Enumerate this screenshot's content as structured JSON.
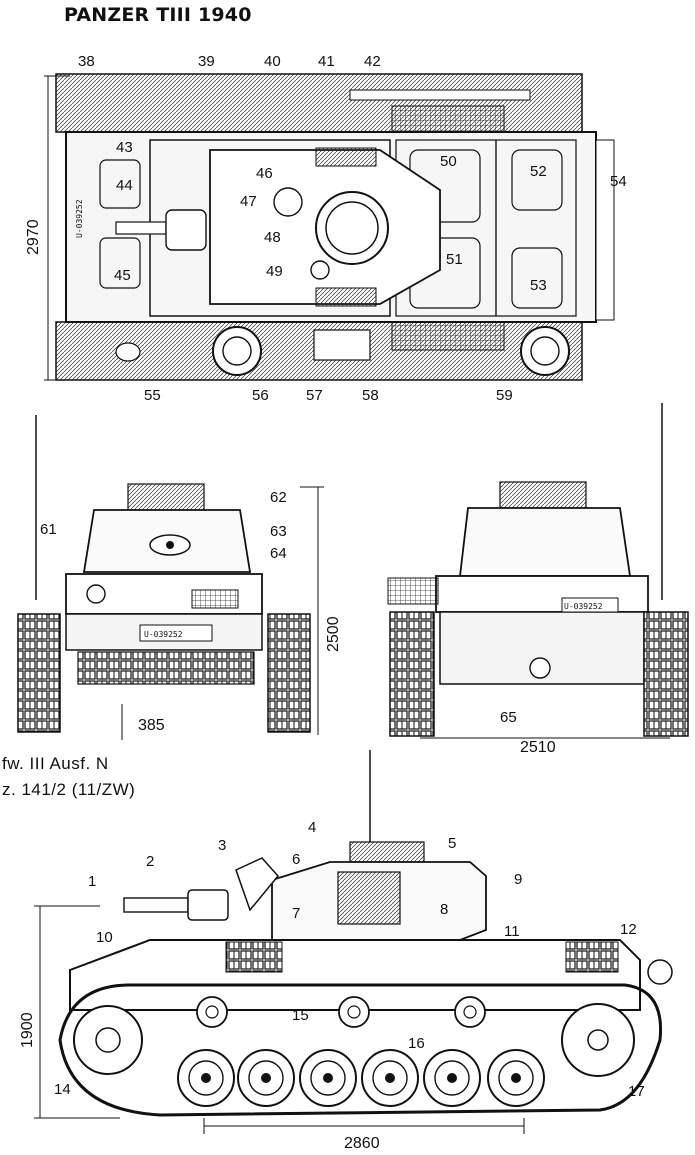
{
  "title": "PANZER TIII 1940",
  "caption": {
    "line1": "fw. III  Ausf. N",
    "line2": "z. 141/2  (11/ZW)"
  },
  "plate": "U-039252",
  "dimensions": {
    "hull_width_top": "2970",
    "height_front": "2500",
    "ground_offset": "385",
    "track_width_rear": "2510",
    "height_side": "1900",
    "wheelbase": "2860"
  },
  "top_view": {
    "labels": [
      "38",
      "39",
      "40",
      "41",
      "42",
      "43",
      "44",
      "45",
      "46",
      "47",
      "48",
      "49",
      "50",
      "51",
      "52",
      "53",
      "54",
      "55",
      "56",
      "57",
      "58",
      "59"
    ]
  },
  "front_view": {
    "labels": [
      "61",
      "62",
      "63",
      "64"
    ]
  },
  "rear_view": {
    "labels": [
      "65"
    ]
  },
  "side_view": {
    "labels": [
      "1",
      "2",
      "3",
      "4",
      "5",
      "6",
      "7",
      "8",
      "9",
      "10",
      "11",
      "12",
      "14",
      "15",
      "16",
      "17"
    ]
  }
}
